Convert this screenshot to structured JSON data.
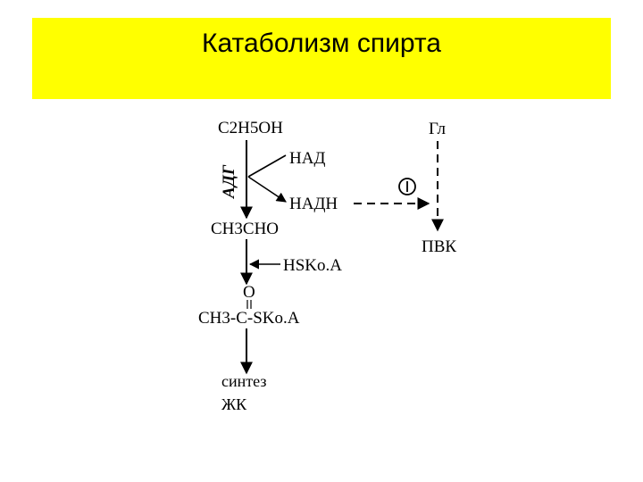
{
  "slide": {
    "title": "Катаболизм спирта",
    "title_bg_color": "#ffff00"
  },
  "diagram": {
    "ethanol": "C2H5OH",
    "enzyme": "АДГ",
    "nad": "НАД",
    "nadh": "НАДН",
    "acetaldehyde": "CH3CHO",
    "coenzyme": "HSKo.A",
    "carbonyl_o": "O",
    "acetyl_coa": "CH3-C-SKo.A",
    "synthesis_1": "синтез",
    "synthesis_2": "ЖК",
    "glucose": "Гл",
    "pyruvate": "ПВК",
    "inhibition": "−"
  }
}
